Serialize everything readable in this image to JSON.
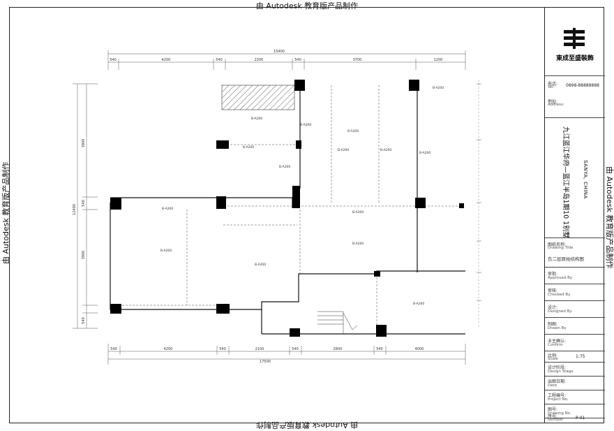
{
  "watermark": {
    "top": "由 Autodesk 教育版产品制作",
    "bottom": "由 Autodesk 教育版产品制作",
    "left": "由 Autodesk 教育版产品制作",
    "right": "由 Autodesk 教育版产品制作"
  },
  "title_block": {
    "company": "東成至盛裝飾",
    "tel_label_zh": "电话:",
    "tel_label_en": "Tel:",
    "tel_value": "0898-88888888",
    "address_label_zh": "地址:",
    "address_label_en": "Address:",
    "project_name": "九江蓝江华府—蓝江半岛1期10 1别墅",
    "project_location": "SANYA, CHINA",
    "drawing_title_zh": "图纸名称:",
    "drawing_title_en": "Drawing Title",
    "drawing_title_value": "负二层原始结构图",
    "rows": [
      {
        "zh": "审批:",
        "en": "Approved By"
      },
      {
        "zh": "审核:",
        "en": "Checked By"
      },
      {
        "zh": "设计:",
        "en": "Designed By"
      },
      {
        "zh": "制图:",
        "en": "Drawn By"
      },
      {
        "zh": "业主确认:",
        "en": "Confirm"
      }
    ],
    "scale_zh": "比例:",
    "scale_en": "Scale",
    "scale_value": "1:75",
    "lower_rows": [
      {
        "zh": "设计阶段:",
        "en": "Design Stage"
      },
      {
        "zh": "出图日期:",
        "en": "Date"
      },
      {
        "zh": "工程编号:",
        "en": "Project No."
      },
      {
        "zh": "图号:",
        "en": "Drawing No."
      }
    ],
    "number_zh": "序号:",
    "number_en": "Number",
    "number_value": "P-01"
  },
  "plan": {
    "dims_top": [
      "540",
      "4200",
      "540",
      "2200",
      "540",
      "3700",
      "1200"
    ],
    "dim_top_total": "15400",
    "dims_bottom": [
      "540",
      "4200",
      "540",
      "2100",
      "540",
      "2800",
      "540",
      "4000"
    ],
    "dim_bottom_total": "17500",
    "dims_left": [
      "3900",
      "540",
      "3900",
      "540"
    ],
    "dim_left_total": "12400",
    "beam_tags": [
      "B-A200",
      "B-A200",
      "B-A200",
      "B-A200",
      "B-A200",
      "B-A200",
      "B-A200",
      "B-A200",
      "B-A200",
      "B-A200",
      "B-A200",
      "B-A200",
      "B-A200",
      "B-A200",
      "B-A200"
    ]
  }
}
